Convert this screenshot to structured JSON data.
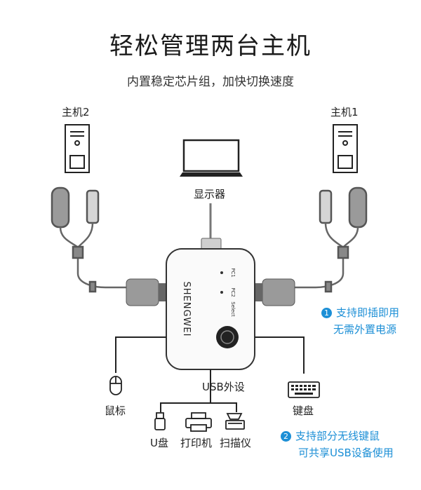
{
  "header": {
    "title": "轻松管理两台主机",
    "subtitle": "内置稳定芯片组，加快切换速度"
  },
  "labels": {
    "host2": "主机2",
    "host1": "主机1",
    "monitor": "显示器",
    "usb_peripherals": "USB外设",
    "mouse": "鼠标",
    "keyboard": "键盘",
    "usb_disk": "U盘",
    "printer": "打印机",
    "scanner": "扫描仪"
  },
  "device": {
    "brand": "SHENGWEI",
    "port_pc1": "PC1",
    "port_pc2": "PC2",
    "port_select": "Select"
  },
  "features": [
    {
      "number": "1",
      "line1": "支持即插即用",
      "line2": "无需外置电源"
    },
    {
      "number": "2",
      "line1": "支持部分无线键鼠",
      "line2": "可共享USB设备使用"
    }
  ],
  "colors": {
    "accent": "#1c8fd6",
    "line": "#333333"
  }
}
